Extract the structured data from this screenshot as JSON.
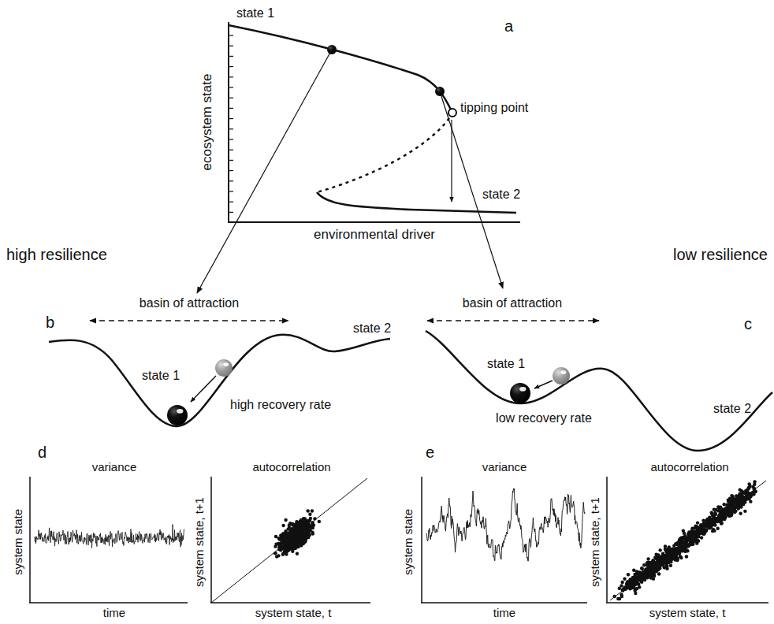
{
  "diagram": {
    "labels": [
      "state 1",
      "a",
      "tipping point",
      "ecosystem state",
      "state 2",
      "environmental driver",
      "high resilience",
      "low resilience",
      "basin of attraction",
      "b",
      "state 2",
      "state 1",
      "high recovery rate",
      "basin of attraction",
      "c",
      "state 1",
      "state 2",
      "low recovery rate",
      "d",
      "variance",
      "autocorrelation",
      "system state",
      "time",
      "system state, t+1",
      "system state, t",
      "e",
      "variance",
      "autocorrelation",
      "system state",
      "time",
      "system state, t+1",
      "system state, t"
    ]
  }
}
